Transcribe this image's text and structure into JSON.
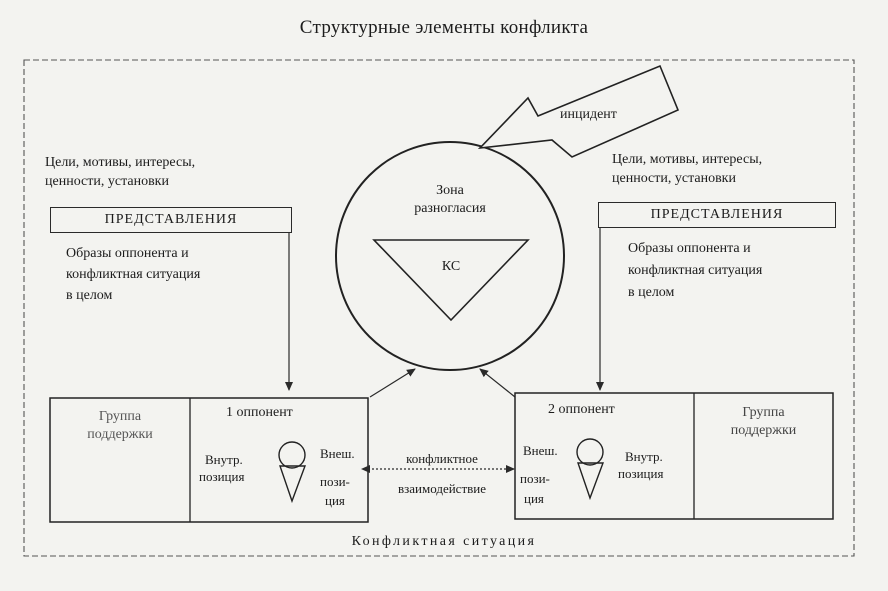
{
  "title": "Структурные элементы конфликта",
  "incident": "инцидент",
  "zone": {
    "line1": "Зона",
    "line2": "разногласия",
    "triangle_label": "КС"
  },
  "left": {
    "goals_line1": "Цели, мотивы, интересы,",
    "goals_line2": "ценности, установки",
    "representations": "ПРЕДСТАВЛЕНИЯ",
    "images_line1": "Образы оппонента и",
    "images_line2": "конфликтная ситуация",
    "images_line3": "в целом"
  },
  "right": {
    "goals_line1": "Цели, мотивы, интересы,",
    "goals_line2": "ценности, установки",
    "representations": "ПРЕДСТАВЛЕНИЯ",
    "images_line1": "Образы оппонента и",
    "images_line2": "конфликтная ситуация",
    "images_line3": "в целом"
  },
  "opponent1": {
    "title": "1 оппонент",
    "support_line1": "Группа",
    "support_line2": "поддержки",
    "inner_line1": "Внутр.",
    "inner_line2": "позиция",
    "outer_line1": "Внеш.",
    "outer_line2": "пози-",
    "outer_line3": "ция"
  },
  "opponent2": {
    "title": "2 оппонент",
    "support_line1": "Группа",
    "support_line2": "поддержки",
    "inner_line1": "Внутр.",
    "inner_line2": "позиция",
    "outer_line1": "Внеш.",
    "outer_line2": "пози-",
    "outer_line3": "ция"
  },
  "interaction_line1": "конфликтное",
  "interaction_line2": "взаимодействие",
  "bottom_label": "Конфликтная ситуация"
}
